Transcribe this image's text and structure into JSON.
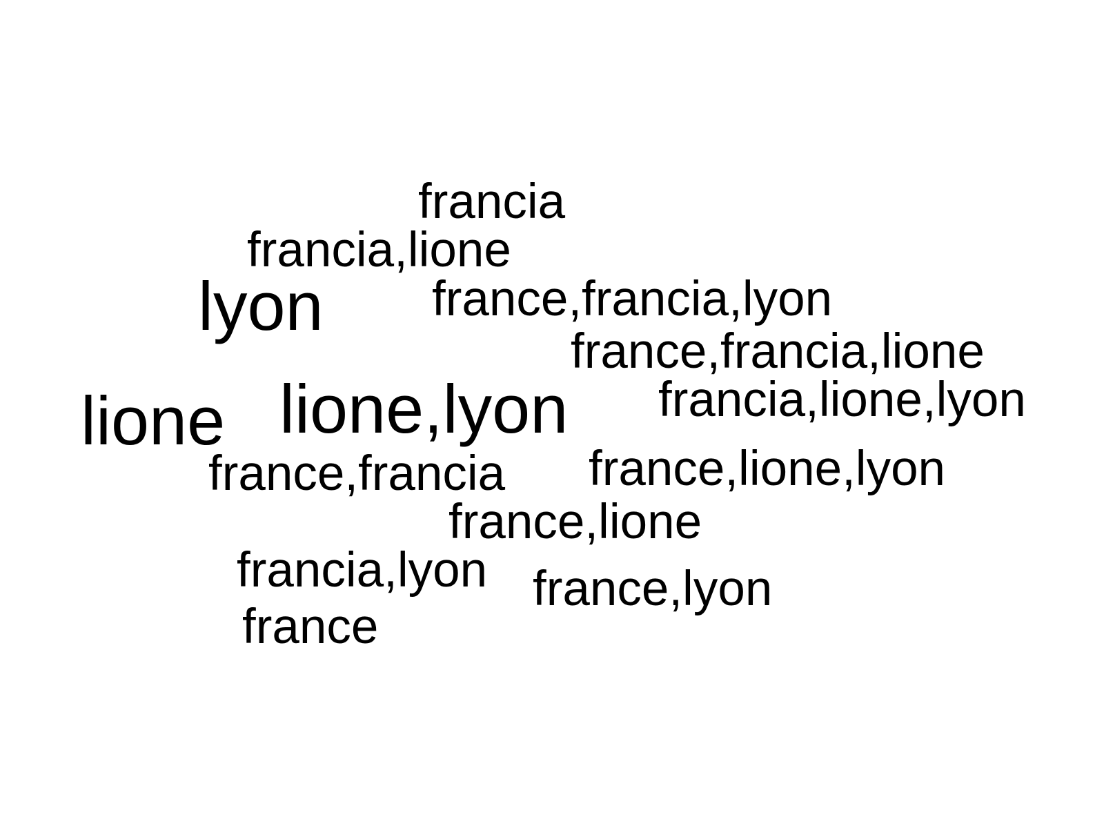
{
  "text_color": "#000000",
  "background": "#ffffff",
  "words": [
    {
      "text": "francia",
      "weight": 1
    },
    {
      "text": "francia,lione",
      "weight": 1
    },
    {
      "text": "lyon",
      "weight": 2
    },
    {
      "text": "france,francia,lyon",
      "weight": 1
    },
    {
      "text": "france,francia,lione",
      "weight": 1
    },
    {
      "text": "lione",
      "weight": 2
    },
    {
      "text": "lione,lyon",
      "weight": 2
    },
    {
      "text": "francia,lione,lyon",
      "weight": 1
    },
    {
      "text": "france,francia",
      "weight": 1
    },
    {
      "text": "france,lione,lyon",
      "weight": 1
    },
    {
      "text": "france,lione",
      "weight": 1
    },
    {
      "text": "francia,lyon",
      "weight": 1
    },
    {
      "text": "france,lyon",
      "weight": 1
    },
    {
      "text": "france",
      "weight": 1
    }
  ]
}
